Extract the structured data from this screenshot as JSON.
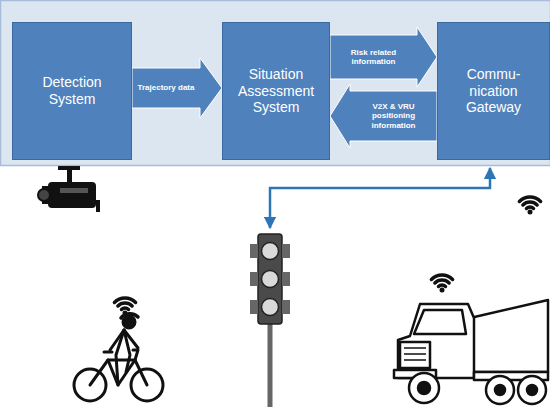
{
  "diagram": {
    "nodes": [
      {
        "text": [
          "Detection System"
        ]
      },
      {
        "text": [
          "Situation Assessment System"
        ]
      },
      {
        "text": [
          "Commu- nication Gateway"
        ]
      }
    ],
    "edges": [
      {
        "from": 0,
        "to": 1,
        "label": "Trajectory data",
        "arrow": "to"
      },
      {
        "from": 1,
        "to": 2,
        "label": "Risk related information",
        "arrow": "to"
      },
      {
        "from": 2,
        "to": 1,
        "label": "V2X & VRU positioning information",
        "arrow": "to"
      }
    ]
  }
}
